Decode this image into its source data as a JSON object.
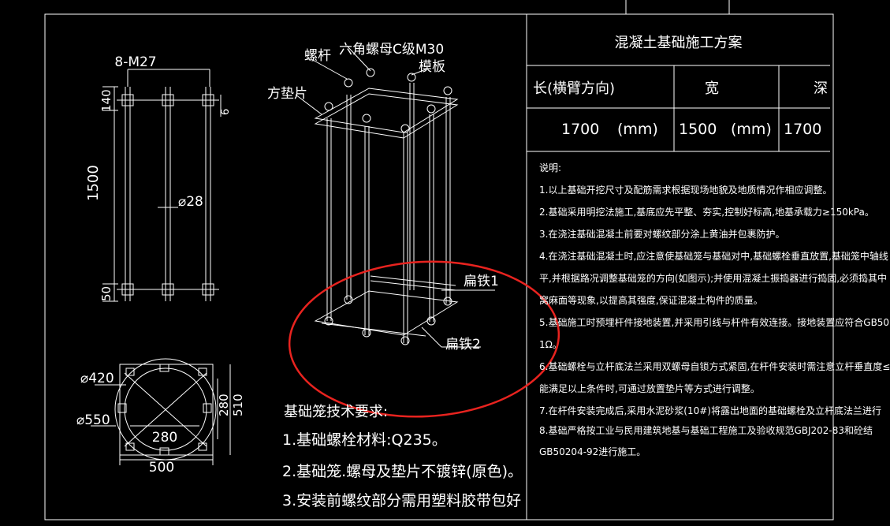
{
  "title_block": {
    "title": "混凝土基础施工方案",
    "headers": [
      "长(横臂方向)",
      "宽",
      "深"
    ],
    "values": [
      {
        "num": "1700",
        "unit": "(mm)"
      },
      {
        "num": "1500",
        "unit": "(mm)"
      },
      {
        "num": "1700",
        "unit": ""
      }
    ]
  },
  "notes": {
    "heading": "说明:",
    "lines": [
      "1.以上基础开挖尺寸及配筋需求根据现场地貌及地质情况作相应调整。",
      "2.基础采用明挖法施工,基底应先平整、夯实,控制好标高,地基承载力≥150kPa。",
      "3.在浇注基础混凝土前要对螺纹部分涂上黄油并包裹防护。",
      "4.在浇注基础混凝土时,应注意使基础笼与基础对中,基础螺栓垂直放置,基础笼中轴线",
      "平,并根据路况调整基础笼的方向(如图示);并使用混凝土振捣器进行捣固,必须捣其中",
      "窝麻面等现象,以提高其强度,保证混凝土构件的质量。",
      "5.基础施工时预埋杆件接地装置,并采用引线与杆件有效连接。接地装置应符合GB50",
      "1Ω。",
      "6.基础螺栓与立杆底法兰采用双螺母自锁方式紧固,在杆件安装时需注意立杆垂直度≤",
      "能满足以上条件时,可通过放置垫片等方式进行调整。",
      "7.在杆件安装完成后,采用水泥砂浆(10#)将露出地面的基础螺栓及立杆底法兰进行",
      "8.基础严格按工业与民用建筑地基与基础工程施工及验收规范GBJ202-83和砼结",
      "GB50204-92进行施工。"
    ]
  },
  "requirements": {
    "heading": "基础笼技术要求:",
    "items": [
      "1.基础螺栓材料:Q235。",
      "2.基础笼.螺母及垫片不镀锌(原色)。",
      "3.安装前螺纹部分需用塑料胶带包好"
    ]
  },
  "labels": {
    "bolt_count": "8-M27",
    "dim_140": "140",
    "dim_1500": "1500",
    "dim_50": "50",
    "dim_6": "6",
    "dim_d28": "⌀28",
    "bolt": "螺杆",
    "nut": "六角螺母C级M30",
    "formwork": "模板",
    "washer": "方垫片",
    "flat_iron_1": "扁铁1",
    "flat_iron_2": "扁铁2",
    "dim_d420": "⌀420",
    "dim_d550": "⌀550",
    "dim_280_h": "280",
    "dim_280_v": "280",
    "dim_510": "510",
    "dim_500": "500"
  },
  "colors": {
    "background": "#000000",
    "lines": "#ffffff",
    "highlight_circle": "#e8231f"
  }
}
